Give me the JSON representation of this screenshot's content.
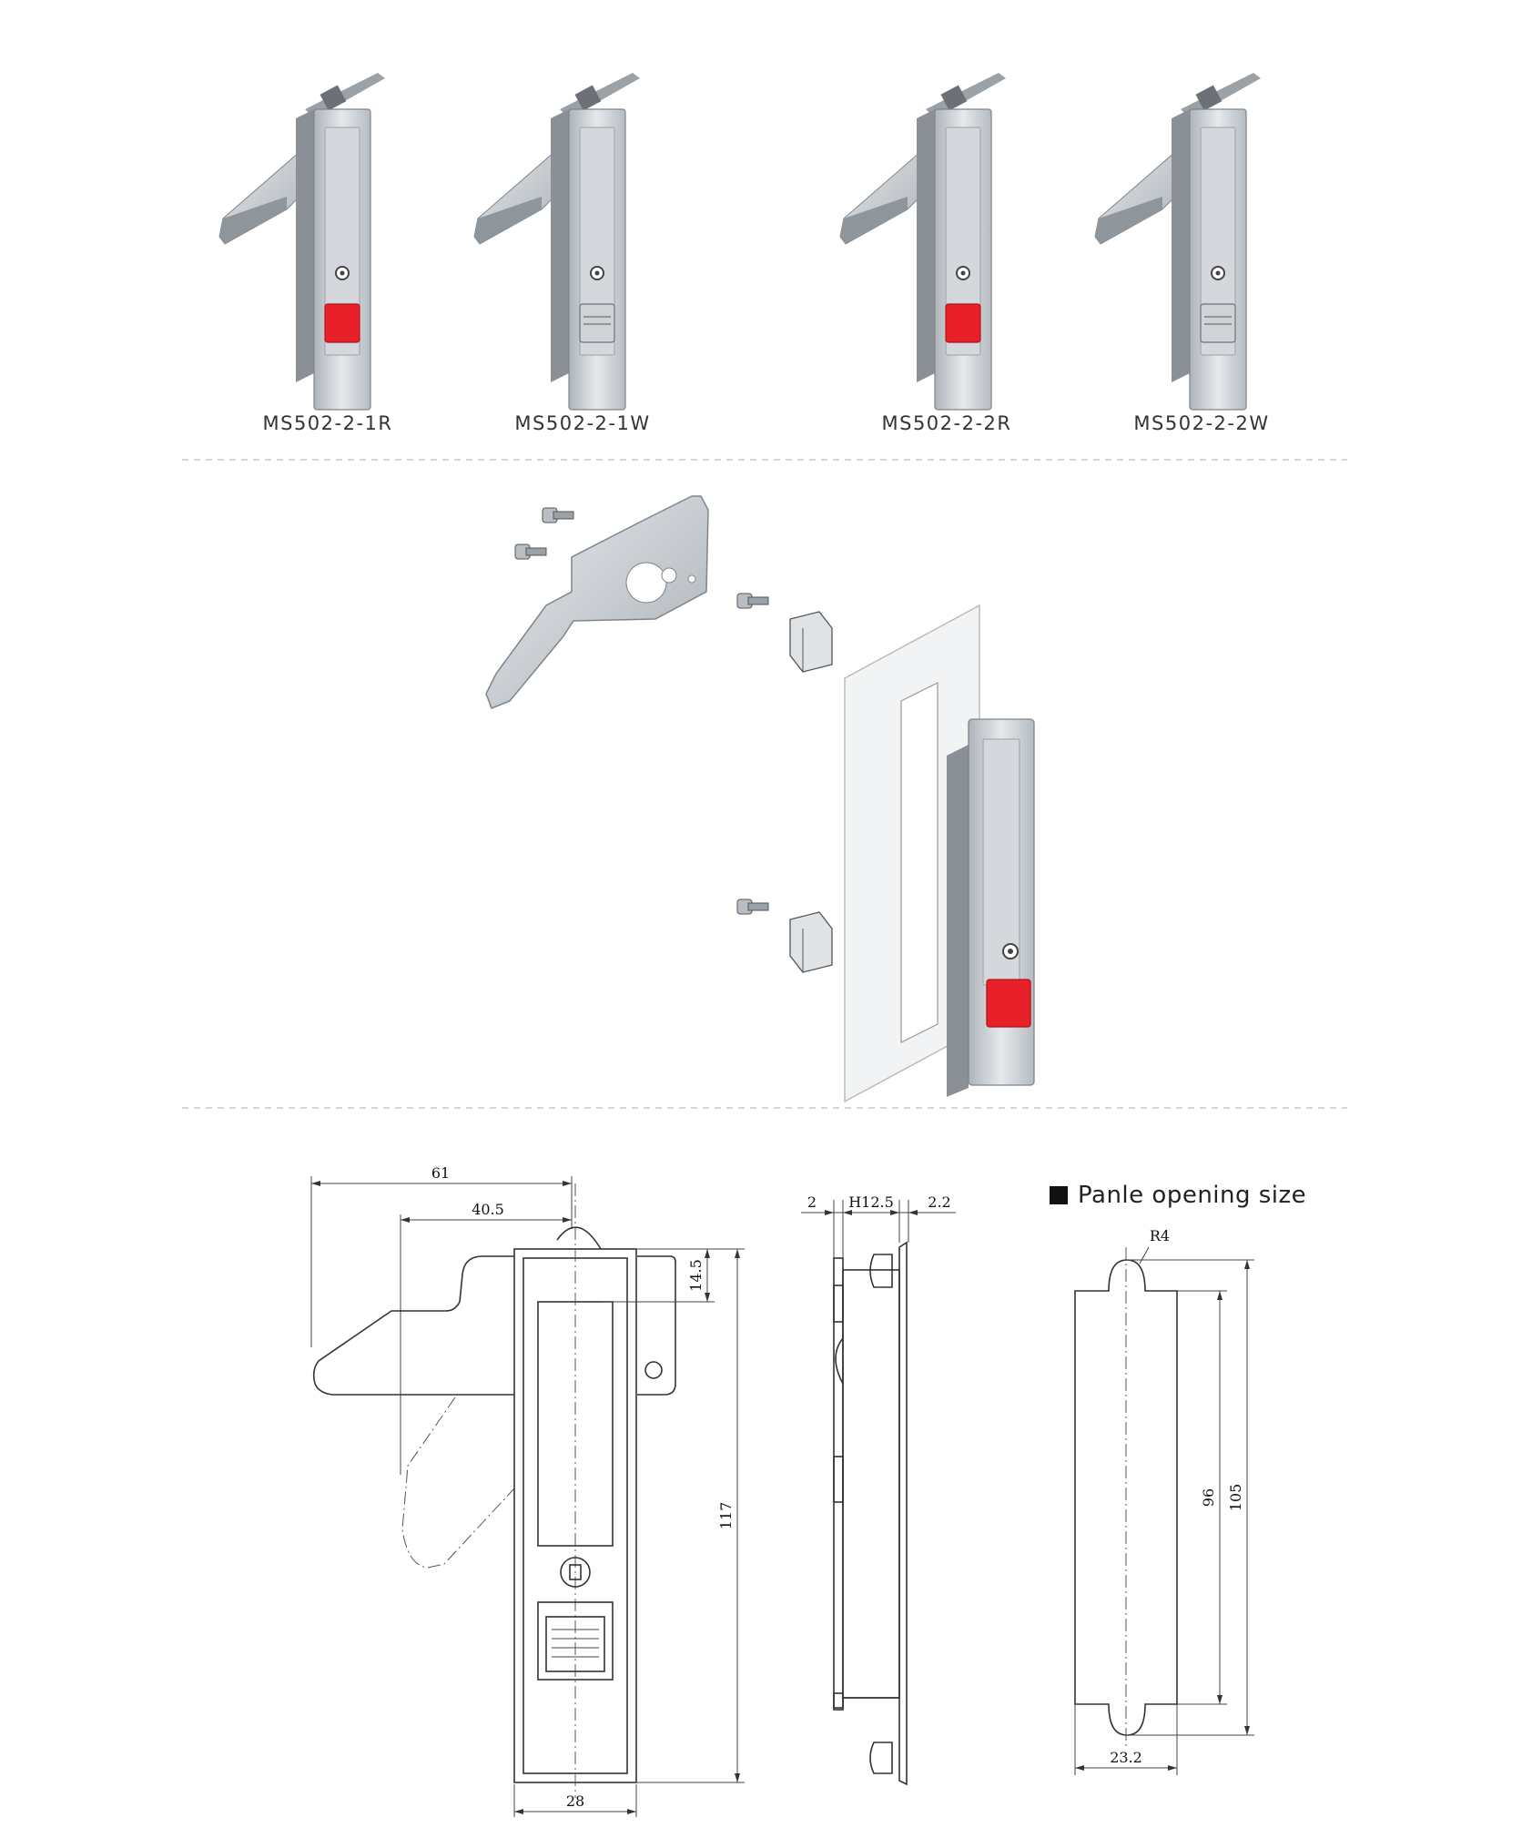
{
  "products": [
    {
      "model": "MS502-2-1R",
      "button_color": "#e8202a"
    },
    {
      "model": "MS502-2-1W",
      "button_color": "#cfd2d6"
    },
    {
      "model": "MS502-2-2R",
      "button_color": "#e8202a"
    },
    {
      "model": "MS502-2-2W",
      "button_color": "#cfd2d6"
    }
  ],
  "drawing": {
    "front_view": {
      "width_total": "61",
      "width_handle": "40.5",
      "offset": "14.5",
      "height": "117",
      "body_width": "28"
    },
    "side_view": {
      "left": "2",
      "depth": "H12.5",
      "right": "2.2"
    },
    "panel_opening": {
      "heading": "Panle opening size",
      "radius": "R4",
      "inner_height": "96",
      "outer_height": "105",
      "width": "23.2"
    }
  },
  "colors": {
    "metal": "#c4c9ce",
    "metal_dark": "#8a9096",
    "red": "#e8202a",
    "separator": "#c8c8c8"
  }
}
